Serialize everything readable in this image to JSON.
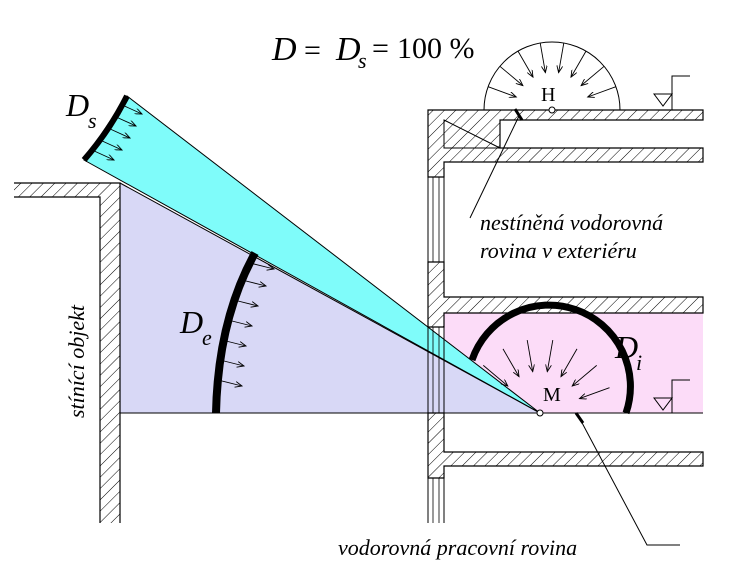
{
  "formula": {
    "lhs": "D",
    "eq1": "=",
    "ds_main": "D",
    "ds_sub": "s",
    "eq2": "=",
    "value": "100 %"
  },
  "labels": {
    "ds_main": "D",
    "ds_sub": "s",
    "de_main": "D",
    "de_sub": "e",
    "di_main": "D",
    "di_sub": "i",
    "point_h": "H",
    "point_m": "M",
    "obstruction": "stínící objekt",
    "exterior_line1": "nestíněná vodorovná",
    "exterior_line2": "rovina v exteriéru",
    "work_plane": "vodorovná pracovní rovina"
  },
  "colors": {
    "sky_wedge": "#7ffcfa",
    "external_region": "#d8d8f6",
    "room_fill": "#fcdcf8",
    "ink": "#000000"
  },
  "icons": {
    "level_marker": "level-triangle-icon",
    "rays": "arrow-ray-icon"
  }
}
